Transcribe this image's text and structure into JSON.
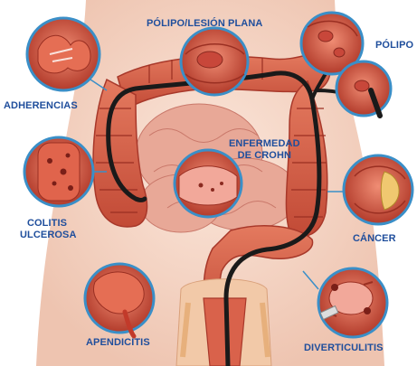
{
  "labels": {
    "polipo_lesion_plana": "PÓLIPO/LESIÓN PLANA",
    "polipo": "PÓLIPO",
    "adherencias": "ADHERENCIAS",
    "enfermedad_line1": "ENFERMEDAD",
    "enfermedad_line2": "DE CROHN",
    "colitis_line1": "COLITIS",
    "colitis_line2": "ULCEROSA",
    "cancer": "CÁNCER",
    "apendicitis": "APENDICITIS",
    "diverticulitis": "DIVERTICULITIS"
  },
  "colors": {
    "label": "#1f4e9c",
    "colon": "#d9624b",
    "colon_dark": "#a8382a",
    "circle_ring": "#3a8fc8",
    "skin": "#f6dccd",
    "scope": "#1a1a1a"
  }
}
